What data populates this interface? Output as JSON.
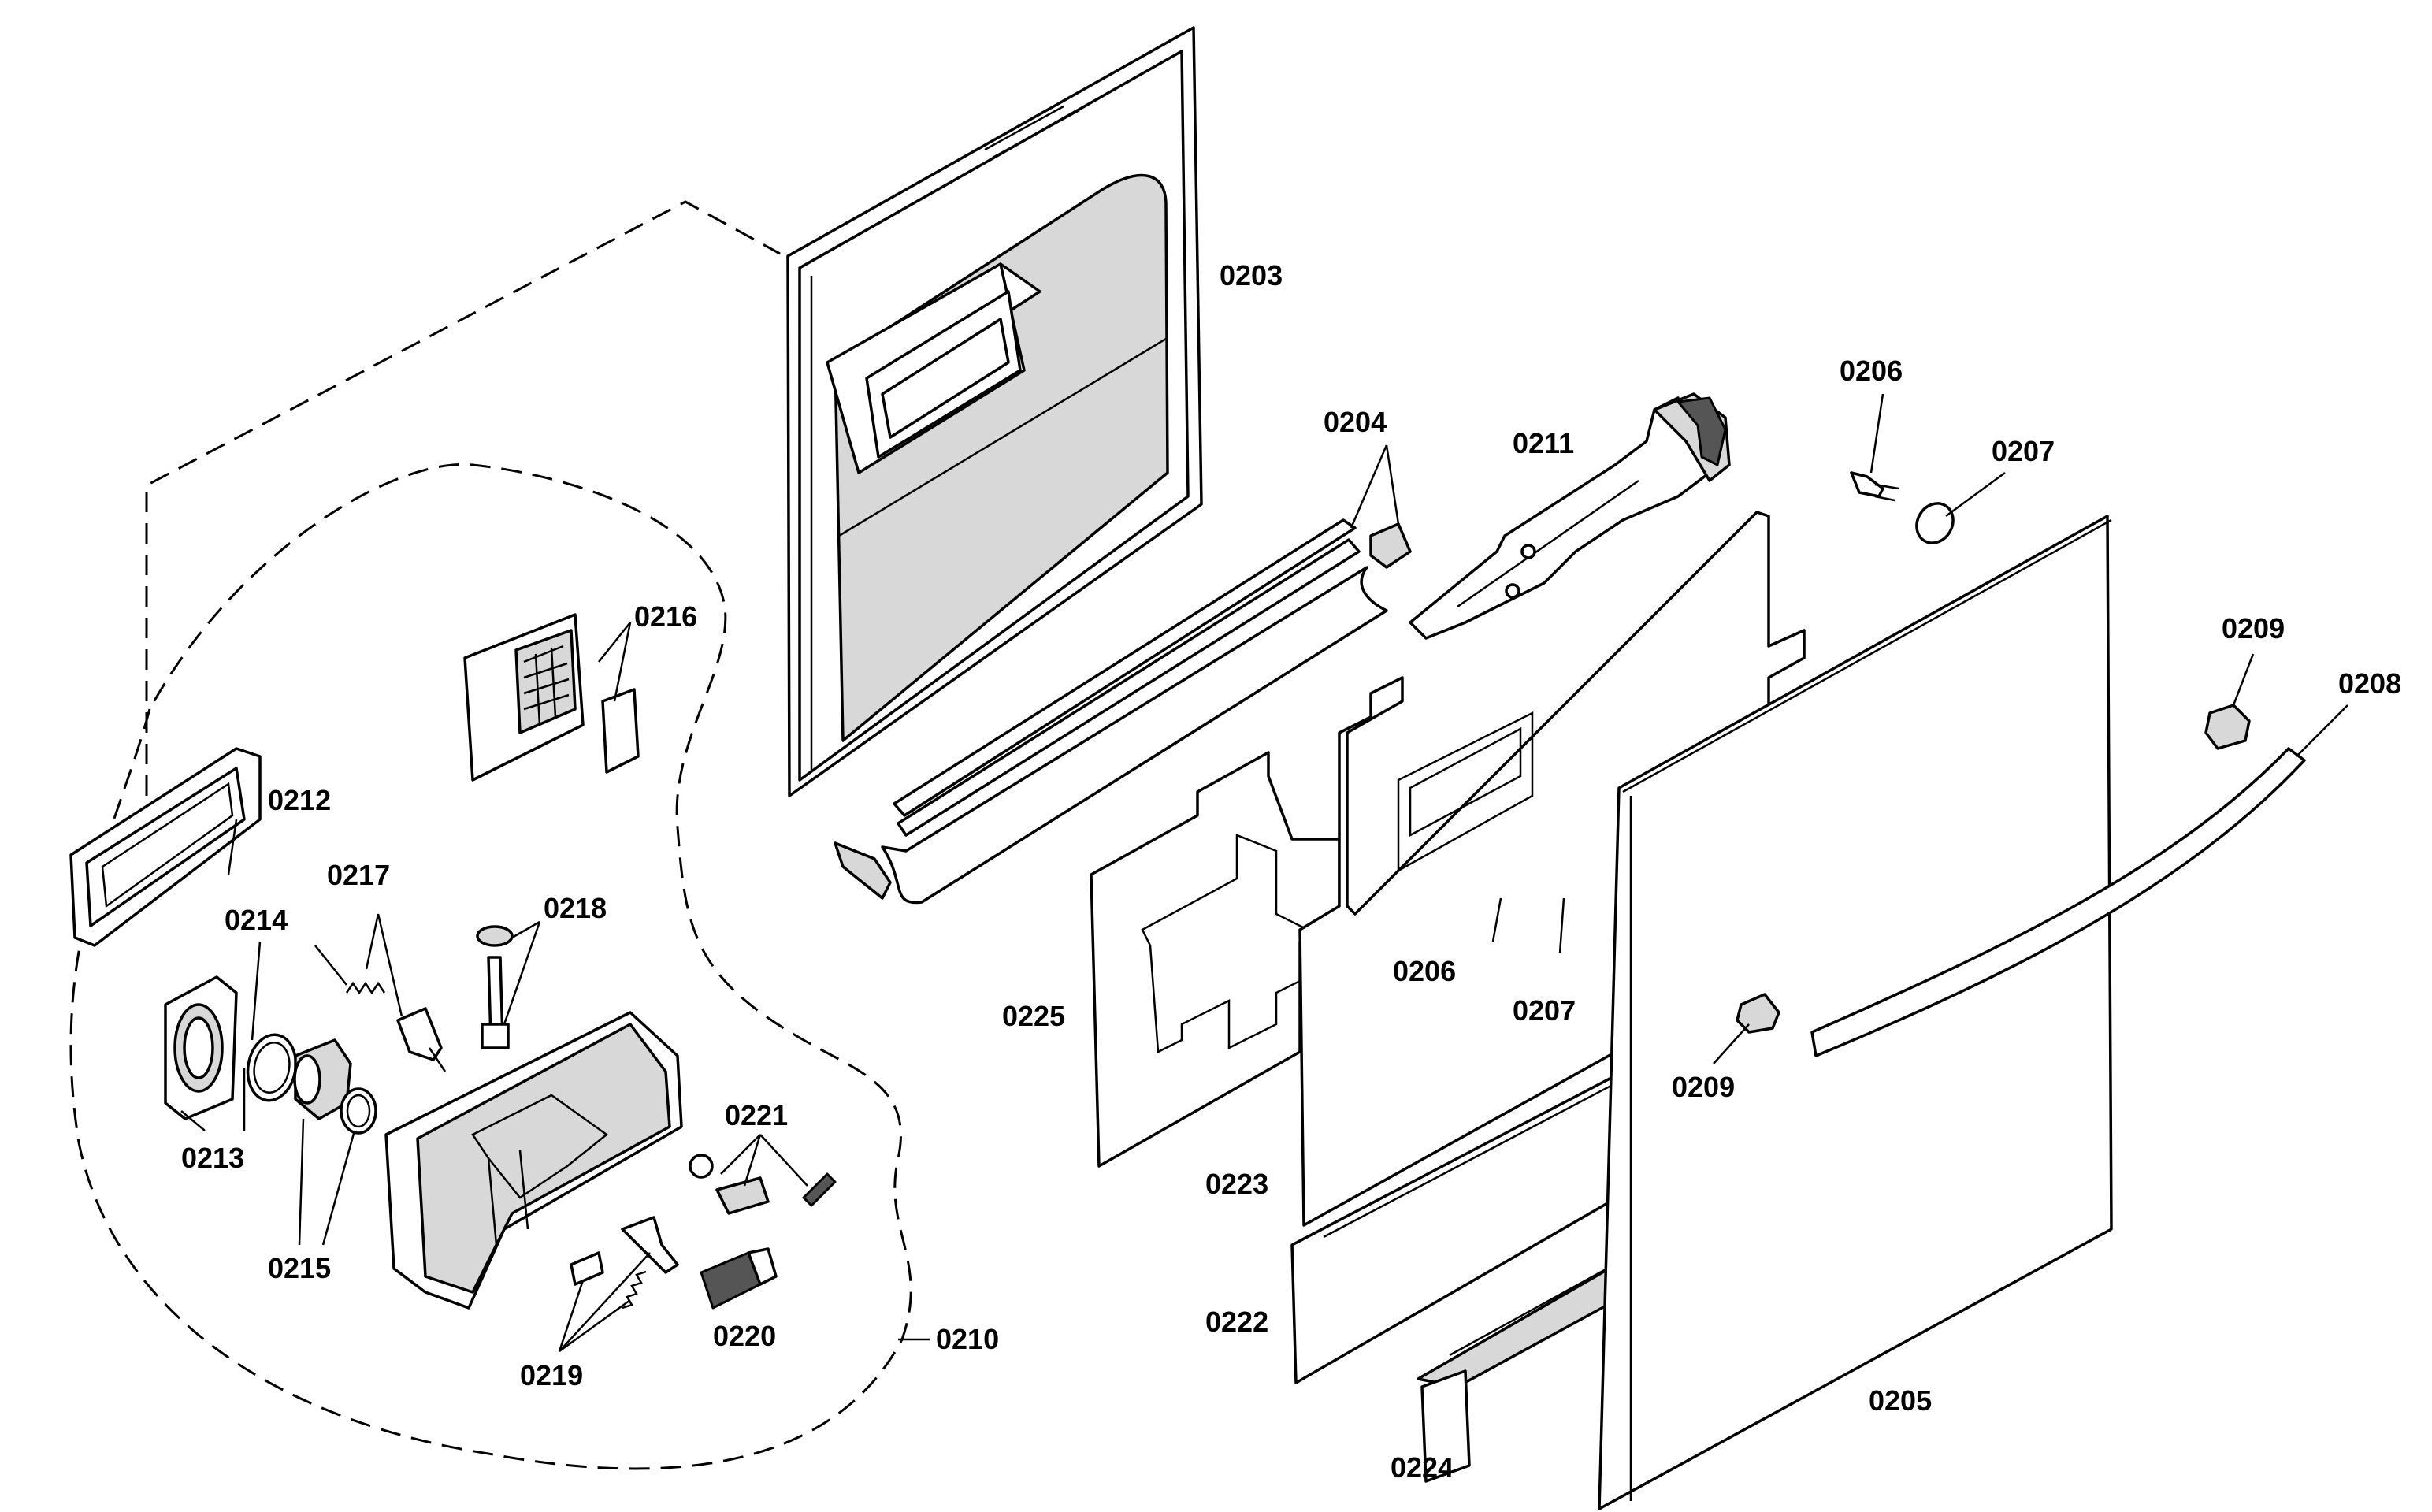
{
  "diagram": {
    "labels": [
      {
        "id": "c0203",
        "text": "0203"
      },
      {
        "id": "c0204",
        "text": "0204"
      },
      {
        "id": "c0211",
        "text": "0211"
      },
      {
        "id": "c0206a",
        "text": "0206"
      },
      {
        "id": "c0207a",
        "text": "0207"
      },
      {
        "id": "c0209a",
        "text": "0209"
      },
      {
        "id": "c0208",
        "text": "0208"
      },
      {
        "id": "c0216",
        "text": "0216"
      },
      {
        "id": "c0212",
        "text": "0212"
      },
      {
        "id": "c0217",
        "text": "0217"
      },
      {
        "id": "c0218",
        "text": "0218"
      },
      {
        "id": "c0214",
        "text": "0214"
      },
      {
        "id": "c0213",
        "text": "0213"
      },
      {
        "id": "c0215",
        "text": "0215"
      },
      {
        "id": "c0221",
        "text": "0221"
      },
      {
        "id": "c0219",
        "text": "0219"
      },
      {
        "id": "c0220",
        "text": "0220"
      },
      {
        "id": "c0210",
        "text": "0210"
      },
      {
        "id": "c0225",
        "text": "0225"
      },
      {
        "id": "c0206b",
        "text": "0206"
      },
      {
        "id": "c0207b",
        "text": "0207"
      },
      {
        "id": "c0209b",
        "text": "0209"
      },
      {
        "id": "c0223",
        "text": "0223"
      },
      {
        "id": "c0222",
        "text": "0222"
      },
      {
        "id": "c0224",
        "text": "0224"
      },
      {
        "id": "c0205",
        "text": "0205"
      }
    ]
  }
}
